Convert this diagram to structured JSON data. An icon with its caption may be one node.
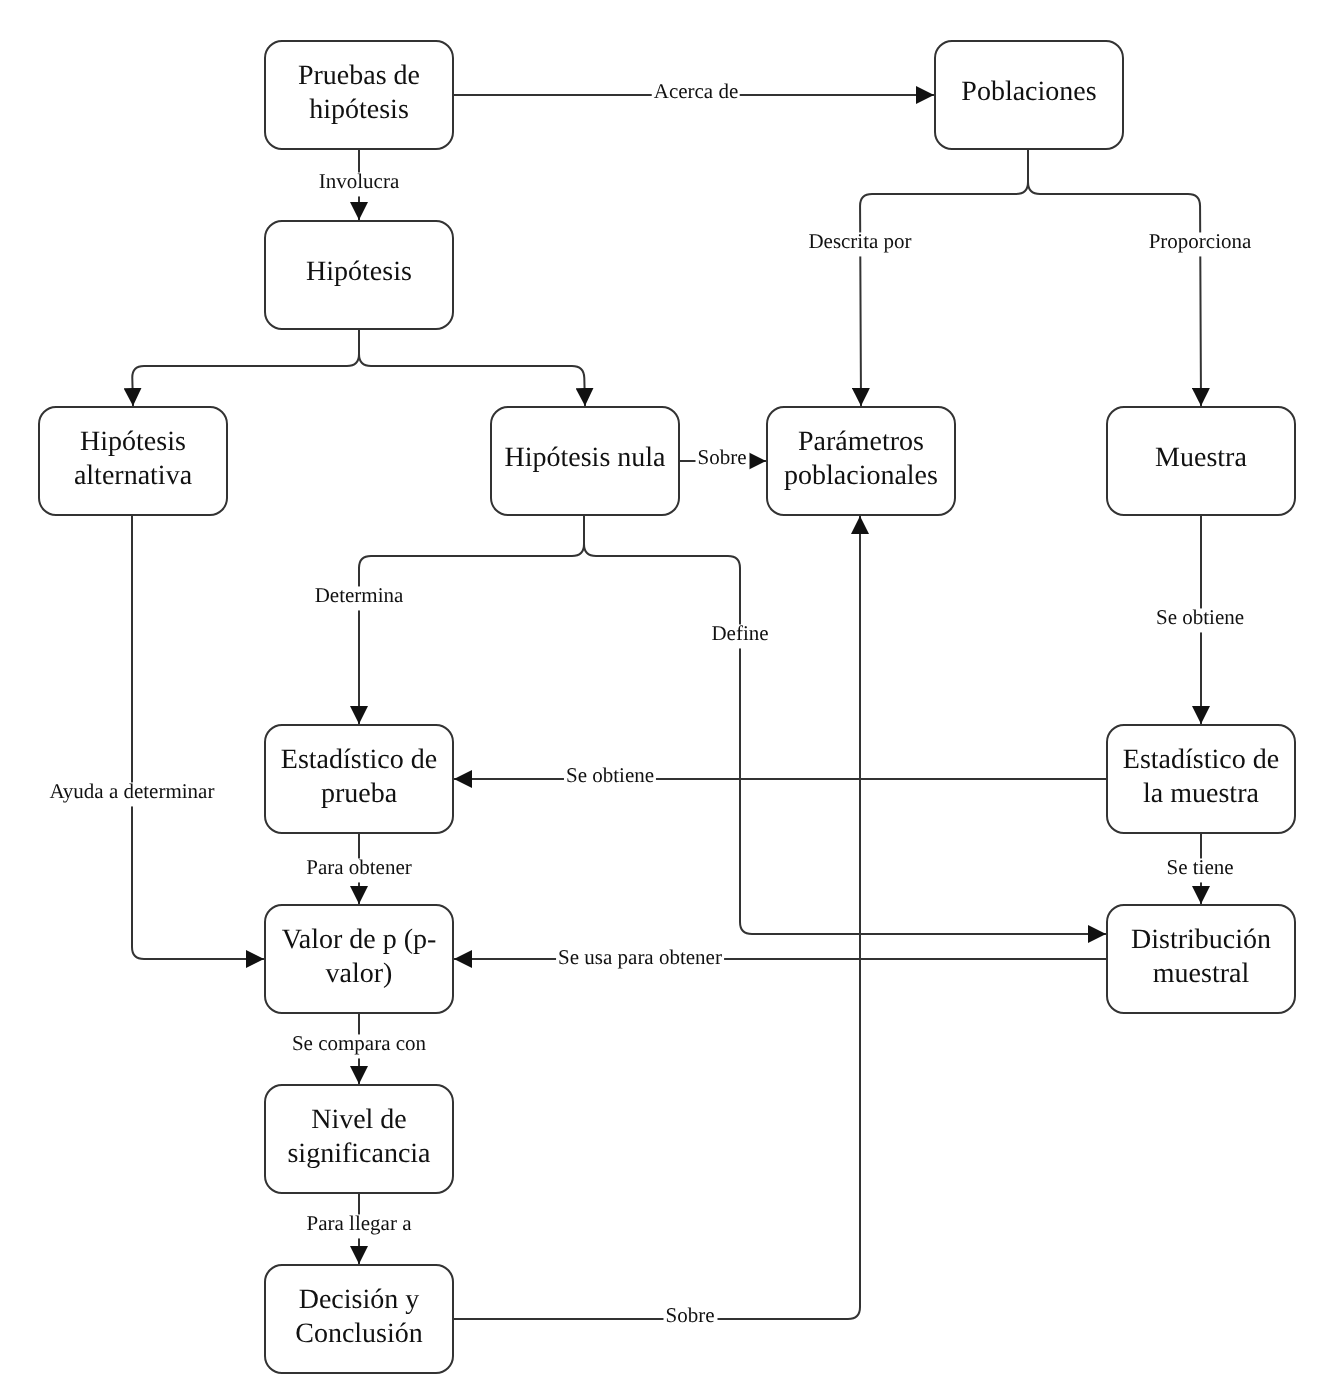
{
  "diagram": {
    "nodes": [
      {
        "text": [
          "Pruebas de hipótesis"
        ]
      },
      {
        "text": [
          "Poblaciones"
        ]
      },
      {
        "text": [
          "Hipótesis"
        ]
      },
      {
        "text": [
          "Hipótesis alternativa"
        ]
      },
      {
        "text": [
          "Hipótesis nula"
        ]
      },
      {
        "text": [
          "Parámetros poblacionales"
        ]
      },
      {
        "text": [
          "Muestra"
        ]
      },
      {
        "text": [
          "Estadístico de prueba"
        ]
      },
      {
        "text": [
          "Estadístico de la muestra"
        ]
      },
      {
        "text": [
          "Valor de p (p-valor)"
        ]
      },
      {
        "text": [
          "Distribución muestral"
        ]
      },
      {
        "text": [
          "Nivel de significancia"
        ]
      },
      {
        "text": [
          "Decisión y Conclusión"
        ]
      }
    ],
    "edges": [
      {
        "from": 0,
        "to": 1,
        "arrow": "to",
        "label": "Acerca de"
      },
      {
        "from": 0,
        "to": 2,
        "arrow": "to",
        "label": "Involucra"
      },
      {
        "from": 2,
        "to": 3,
        "arrow": "to"
      },
      {
        "from": 2,
        "to": 4,
        "arrow": "to"
      },
      {
        "from": 1,
        "to": 5,
        "arrow": "to",
        "label": "Descrita por"
      },
      {
        "from": 1,
        "to": 6,
        "arrow": "to",
        "label": "Proporciona"
      },
      {
        "from": 4,
        "to": 5,
        "arrow": "to",
        "label": "Sobre"
      },
      {
        "from": 4,
        "to": 7,
        "arrow": "to",
        "label": "Determina"
      },
      {
        "from": 4,
        "to": 10,
        "arrow": "to",
        "label": "Define"
      },
      {
        "from": 3,
        "to": 9,
        "arrow": "to",
        "label": "Ayuda a determinar"
      },
      {
        "from": 6,
        "to": 8,
        "arrow": "to",
        "label": "Se obtiene"
      },
      {
        "from": 8,
        "to": 7,
        "arrow": "to",
        "label": "Se obtiene"
      },
      {
        "from": 7,
        "to": 9,
        "arrow": "to",
        "label": "Para obtener"
      },
      {
        "from": 8,
        "to": 10,
        "arrow": "to",
        "label": "Se tiene"
      },
      {
        "from": 10,
        "to": 9,
        "arrow": "to",
        "label": "Se usa para obtener"
      },
      {
        "from": 9,
        "to": 11,
        "arrow": "to",
        "label": "Se compara con"
      },
      {
        "from": 11,
        "to": 12,
        "arrow": "to",
        "label": "Para llegar a"
      },
      {
        "from": 12,
        "to": 5,
        "arrow": "to",
        "label": "Sobre"
      }
    ]
  }
}
